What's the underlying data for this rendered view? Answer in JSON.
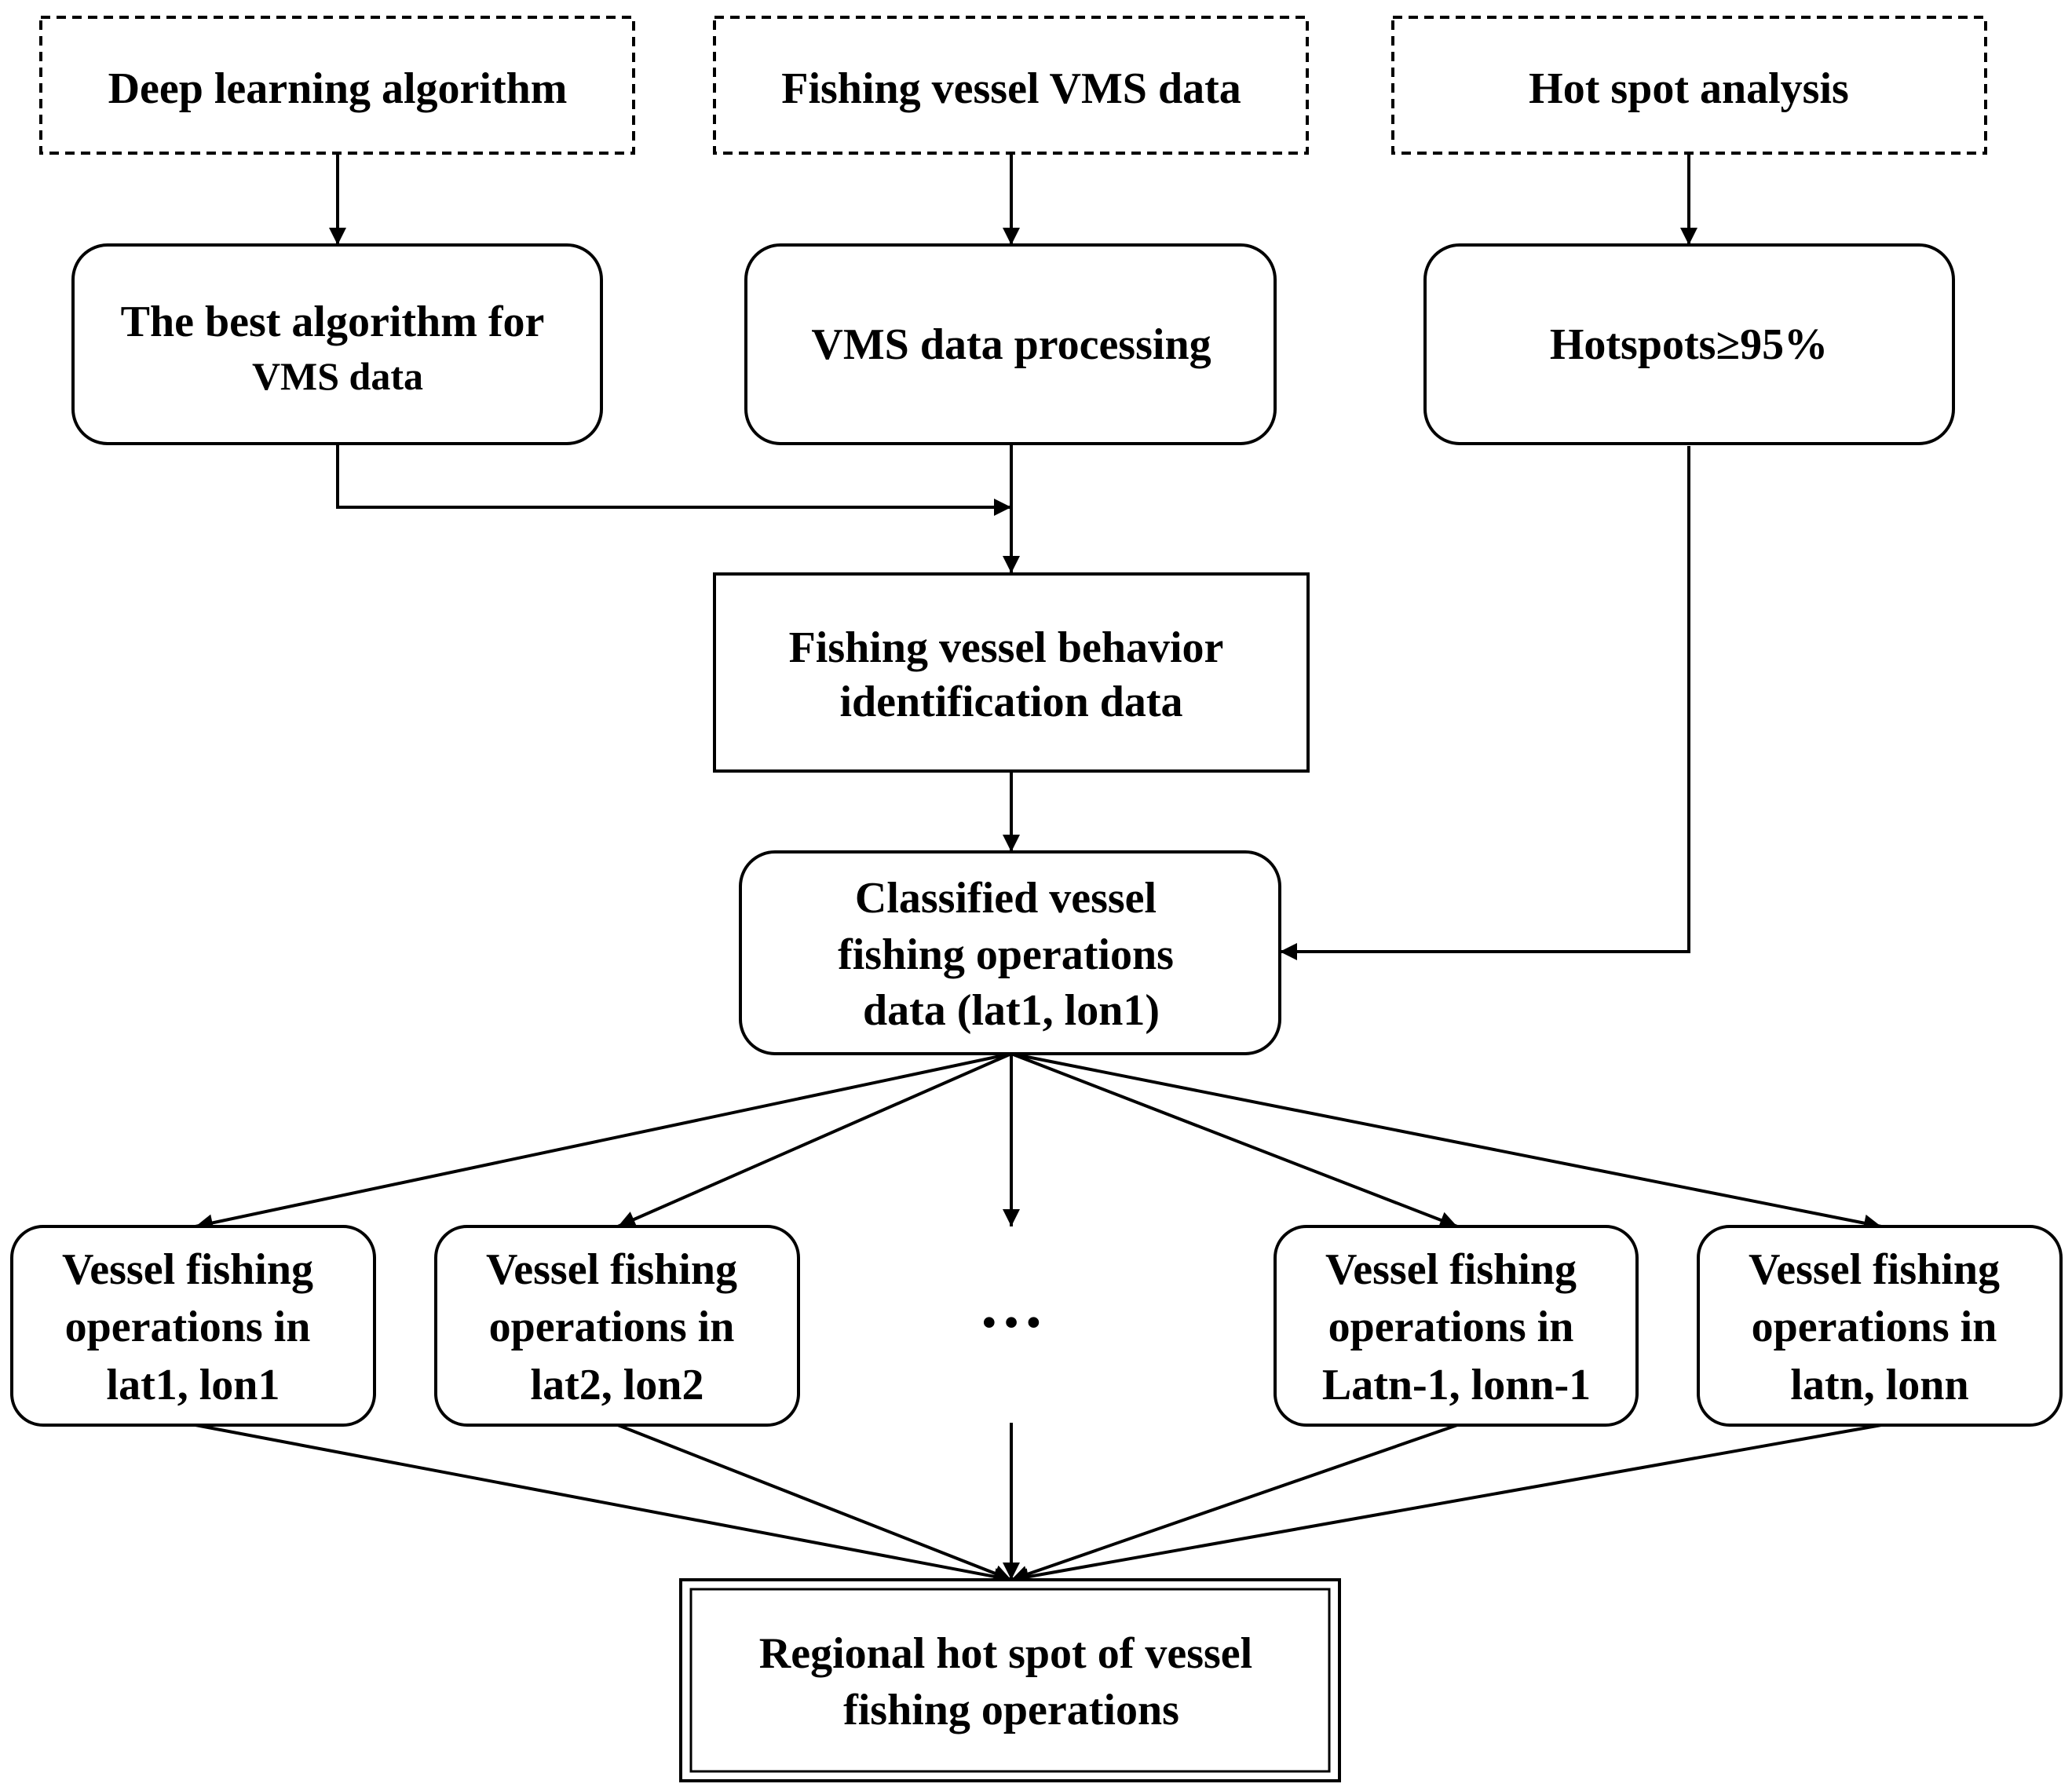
{
  "diagram": {
    "nodes": {
      "deep_learning": {
        "lines": [
          "Deep learning algorithm"
        ]
      },
      "vms_data": {
        "lines": [
          "Fishing vessel VMS data"
        ]
      },
      "hotspot_analysis": {
        "lines": [
          "Hot spot analysis"
        ]
      },
      "best_algorithm": {
        "lines": [
          "The best algorithm for",
          "VMS data"
        ]
      },
      "vms_processing": {
        "lines": [
          "VMS data processing"
        ]
      },
      "hotspots_95": {
        "lines": [
          "Hotspots≥95%"
        ]
      },
      "behavior_identification": {
        "lines": [
          "Fishing vessel behavior",
          "identification data"
        ]
      },
      "classified_operations": {
        "lines": [
          "Classified vessel",
          "fishing operations",
          "data (lat1, lon1)"
        ]
      },
      "ops_1": {
        "lines": [
          "Vessel fishing",
          "operations in",
          "lat1, lon1"
        ]
      },
      "ops_2": {
        "lines": [
          "Vessel fishing",
          "operations in",
          "lat2, lon2"
        ]
      },
      "ellipsis": {
        "lines": [
          "…"
        ]
      },
      "ops_n_minus_1": {
        "lines": [
          "Vessel fishing",
          "operations in",
          "Latn-1, lonn-1"
        ]
      },
      "ops_n": {
        "lines": [
          "Vessel fishing",
          "operations in",
          "latn, lonn"
        ]
      },
      "regional_hotspot": {
        "lines": [
          "Regional hot spot of vessel",
          "fishing operations"
        ]
      }
    },
    "edges": [
      {
        "from": "deep_learning",
        "to": "best_algorithm"
      },
      {
        "from": "vms_data",
        "to": "vms_processing"
      },
      {
        "from": "hotspot_analysis",
        "to": "hotspots_95"
      },
      {
        "from": "best_algorithm",
        "to": "behavior_identification"
      },
      {
        "from": "vms_processing",
        "to": "behavior_identification"
      },
      {
        "from": "behavior_identification",
        "to": "classified_operations"
      },
      {
        "from": "hotspots_95",
        "to": "classified_operations"
      },
      {
        "from": "classified_operations",
        "to": "ops_1"
      },
      {
        "from": "classified_operations",
        "to": "ops_2"
      },
      {
        "from": "classified_operations",
        "to": "ellipsis"
      },
      {
        "from": "classified_operations",
        "to": "ops_n_minus_1"
      },
      {
        "from": "classified_operations",
        "to": "ops_n"
      },
      {
        "from": "ops_1",
        "to": "regional_hotspot"
      },
      {
        "from": "ops_2",
        "to": "regional_hotspot"
      },
      {
        "from": "ellipsis",
        "to": "regional_hotspot"
      },
      {
        "from": "ops_n_minus_1",
        "to": "regional_hotspot"
      },
      {
        "from": "ops_n",
        "to": "regional_hotspot"
      }
    ]
  }
}
